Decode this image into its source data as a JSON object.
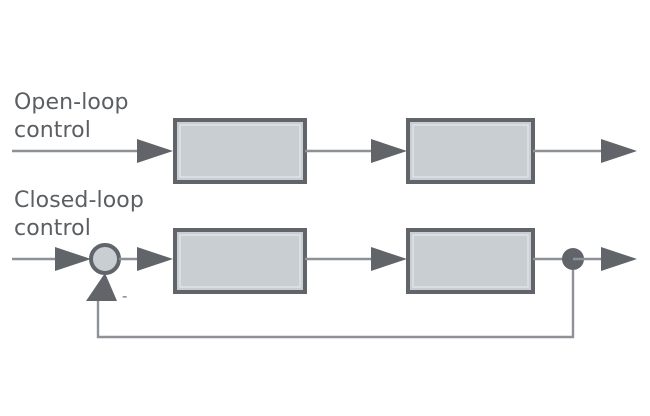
{
  "diagram": {
    "title_hidden": "",
    "background_color": "#ffffff",
    "line_color": "#8e9296",
    "arrow_color": "#616569",
    "block_border_color": "#616569",
    "block_fill_color": "#c9ced3",
    "block_inner_highlight": "#dfe3e7",
    "node_fill_color": "#616569",
    "sum_fill_color": "#c9ced3",
    "text_color": "#5b5f63",
    "rows": [
      {
        "name": "open-loop",
        "label_lines": [
          "Open-loop",
          "control"
        ],
        "blocks": [
          {
            "name": "open-loop-block-1",
            "label": ""
          },
          {
            "name": "open-loop-block-2",
            "label": ""
          }
        ]
      },
      {
        "name": "closed-loop",
        "label_lines": [
          "Closed-loop",
          "control"
        ],
        "blocks": [
          {
            "name": "closed-loop-block-1",
            "label": ""
          },
          {
            "name": "closed-loop-block-2",
            "label": ""
          }
        ],
        "summing_junction": {
          "name": "summing-junction",
          "sign": "-"
        },
        "feedback_takeoff": {
          "name": "feedback-takeoff-node"
        },
        "feedback_sign_label": "-"
      }
    ]
  }
}
